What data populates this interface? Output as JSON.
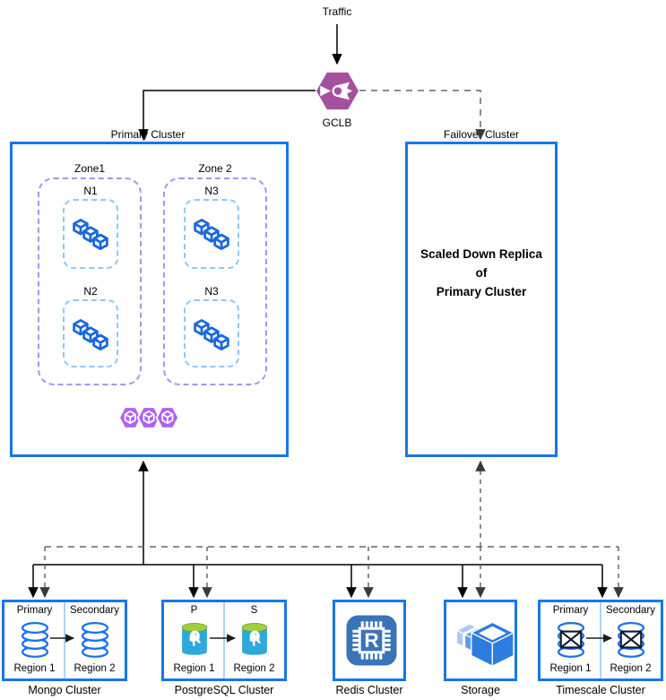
{
  "diagram": {
    "traffic_label": "Traffic",
    "gclb_label": "GCLB"
  },
  "primary_cluster": {
    "label": "Primary Cluster",
    "zones": [
      {
        "label": "Zone1",
        "nodes": [
          {
            "label": "N1"
          },
          {
            "label": "N2"
          }
        ]
      },
      {
        "label": "Zone 2",
        "nodes": [
          {
            "label": "N3"
          },
          {
            "label": "N3"
          }
        ]
      }
    ]
  },
  "failover_cluster": {
    "label": "Failover Cluster",
    "body": [
      "Scaled Down Replica",
      "of",
      "Primary Cluster"
    ]
  },
  "databases": {
    "mongo": {
      "caption": "Mongo Cluster",
      "left_role": "Primary",
      "right_role": "Secondary",
      "left_region": "Region 1",
      "right_region": "Region 2"
    },
    "postgres": {
      "caption": "PostgreSQL Cluster",
      "left_role": "P",
      "right_role": "S",
      "left_region": "Region 1",
      "right_region": "Region 2"
    },
    "redis": {
      "caption": "Redis Cluster",
      "letter": "R"
    },
    "storage": {
      "caption": "Storage"
    },
    "timescale": {
      "caption": "Timescale Cluster",
      "left_role": "Primary",
      "right_role": "Secondary",
      "left_region": "Region 1",
      "right_region": "Region 2"
    }
  },
  "icons": {
    "gclb": "load-balancer-hexagon-icon",
    "cluster_nodes": "container-cubes-icon",
    "cluster_pods": "pods-hexagon-icon",
    "mongo": "database-cylinder-icon",
    "postgres": "postgresql-cylinder-icon",
    "redis": "memory-chip-icon",
    "storage": "storage-boxes-icon",
    "timescale": "crossed-database-cylinder-icon"
  },
  "colors": {
    "cluster_border": "#1777e5",
    "icon_blue": "#1a73e8",
    "zone_dash": "#9a9af2",
    "node_dash": "#8fc6f7",
    "gclb_purple": "#a4509e",
    "pods_purple": "#b163f0",
    "dashed_line": "#666666",
    "postgres_green": "#a2cf3e",
    "postgres_blue": "#2fa8dc",
    "storage_blue": "#2d7ce0",
    "redis_blue": "#3a74b8"
  }
}
